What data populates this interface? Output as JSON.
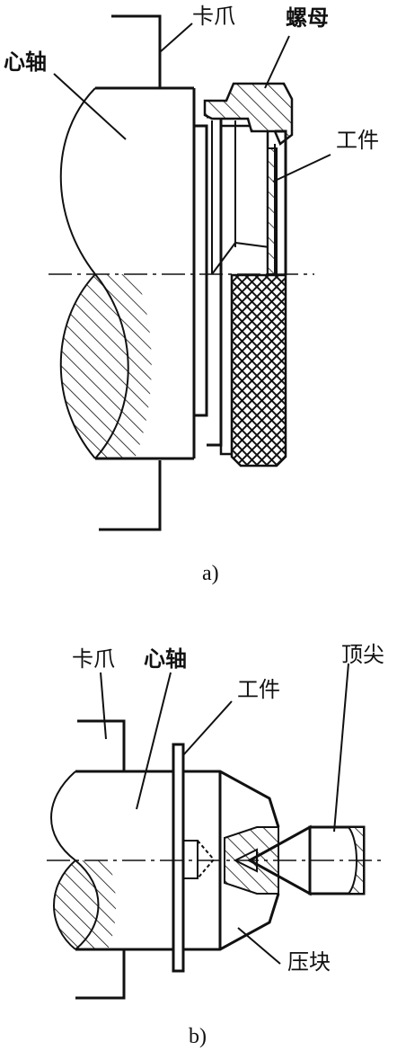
{
  "figure_a": {
    "labels": {
      "chuck_jaw": "卡爪",
      "nut": "螺母",
      "mandrel": "心轴",
      "workpiece": "工件"
    },
    "caption": "a)"
  },
  "figure_b": {
    "labels": {
      "chuck_jaw": "卡爪",
      "mandrel": "心轴",
      "workpiece": "工件",
      "tailstock_center": "顶尖",
      "pressure_block": "压块"
    },
    "caption": "b)"
  }
}
